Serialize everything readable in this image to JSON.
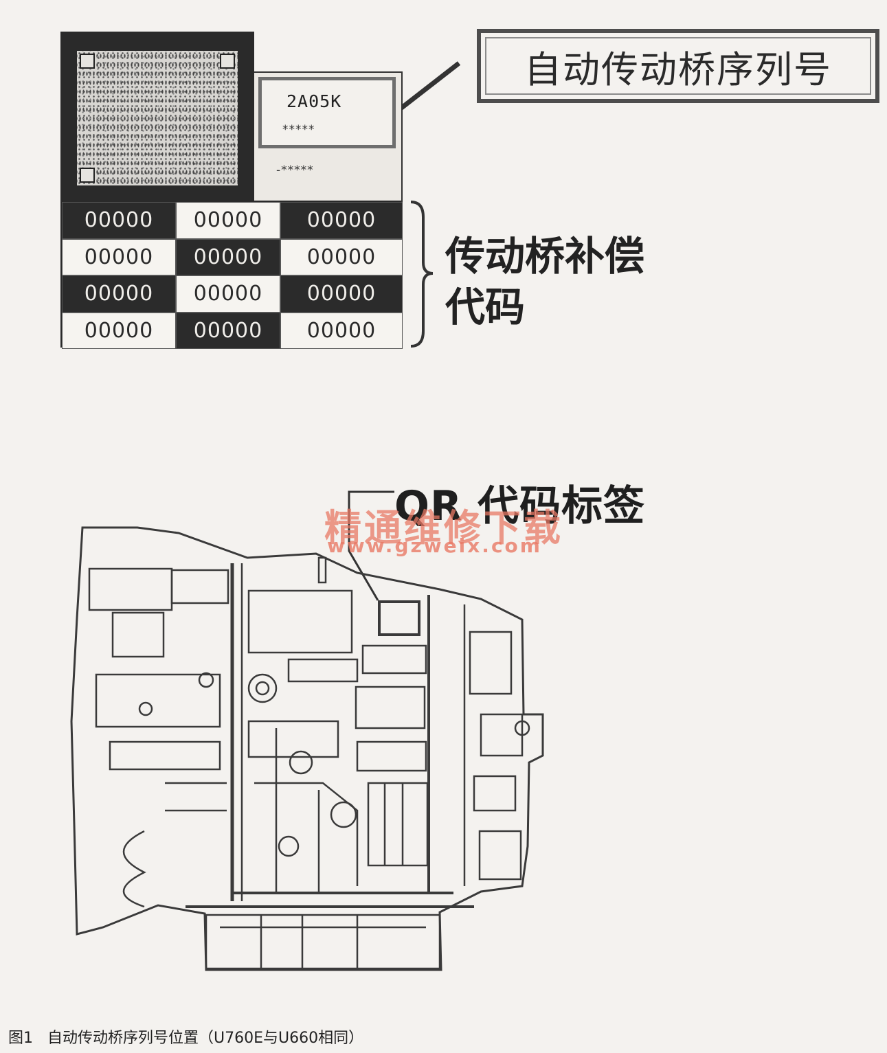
{
  "label": {
    "serial_code": "2A05K",
    "serial_stars_1": "*****",
    "serial_stars_2": "-*****",
    "grid": [
      [
        "00000",
        "00000",
        "00000"
      ],
      [
        "00000",
        "00000",
        "00000"
      ],
      [
        "00000",
        "00000",
        "00000"
      ],
      [
        "00000",
        "00000",
        "00000"
      ]
    ]
  },
  "callouts": {
    "serial_number": "自动传动桥序列号",
    "compensation_code_line1": "传动桥补偿",
    "compensation_code_line2": "代码",
    "qr_code_label": "QR 代码标签"
  },
  "watermark": {
    "cn": "精通维修下载",
    "url": "www.gzweix.com"
  },
  "caption": "图1   自动传动桥序列号位置（U760E与U660相同）"
}
